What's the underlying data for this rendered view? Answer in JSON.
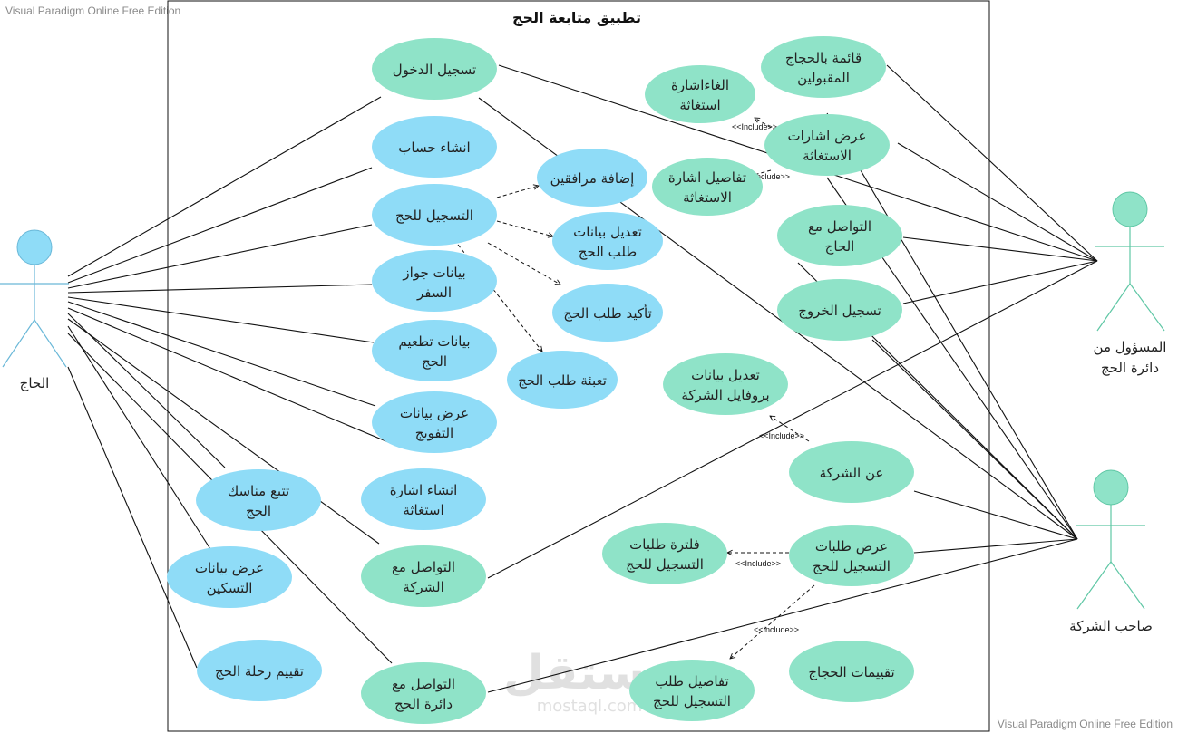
{
  "watermark_top": "Visual Paradigm Online Free Edition",
  "watermark_bottom": "Visual Paradigm Online Free Edition",
  "system_title": "تطبيق متابعة الحج",
  "logo": {
    "arabic": "مستقل",
    "latin": "mostaql.com"
  },
  "colors": {
    "blue_usecase": "#8fdcf7",
    "green_usecase": "#8fe3c8",
    "actor_blue": "#8fdcf7",
    "actor_green": "#8fe3c8",
    "actor_line_blue": "#6ab8d8",
    "actor_line_green": "#5fc7a5"
  },
  "actors": {
    "pilgrim": "الحاج",
    "official": [
      "المسؤول من",
      "دائرة الحج"
    ],
    "company": "صاحب الشركة"
  },
  "stereotypes": {
    "include": "<<Include>>"
  },
  "use_cases": {
    "login": [
      "تسجيل الدخول"
    ],
    "create_account": [
      "انشاء حساب"
    ],
    "hajj_register": [
      "التسجيل للحج"
    ],
    "passport": [
      "بيانات جواز",
      "السفر"
    ],
    "vaccination": [
      "بيانات تطعيم",
      "الحج"
    ],
    "authorization": [
      "عرض بيانات",
      "التفويج"
    ],
    "distress_create": [
      "انشاء اشارة",
      "استغاثة"
    ],
    "rituals": [
      "تتبع مناسك",
      "الحج"
    ],
    "housing": [
      "عرض بيانات",
      "التسكين"
    ],
    "rate_trip": [
      "تقييم رحلة الحج"
    ],
    "contact_company": [
      "التواصل مع",
      "الشركة"
    ],
    "contact_dept": [
      "التواصل مع",
      "دائرة الحج"
    ],
    "add_companions": [
      "إضافة مرافقين"
    ],
    "edit_request": [
      "تعديل بيانات",
      "طلب الحج"
    ],
    "confirm_request": [
      "تأكيد طلب الحج"
    ],
    "fill_request": [
      "تعبئة طلب الحج"
    ],
    "accepted_list": [
      "قائمة بالحجاج",
      "المقبولين"
    ],
    "cancel_distress": [
      "الغاءاشارة",
      "استغاثة"
    ],
    "view_distress": [
      "عرض اشارات",
      "الاستغاثة"
    ],
    "distress_details": [
      "تفاصيل اشارة",
      "الاستغاثة"
    ],
    "contact_pilgrim": [
      "التواصل مع",
      "الحاج"
    ],
    "logout": [
      "تسجيل الخروج"
    ],
    "edit_profile": [
      "تعديل بيانات",
      "بروفايل الشركة"
    ],
    "about_company": [
      "عن الشركة"
    ],
    "view_requests": [
      "عرض طلبات",
      "التسجيل للحج"
    ],
    "filter_requests": [
      "فلترة طلبات",
      "التسجيل للحج"
    ],
    "request_details": [
      "تفاصيل طلب",
      "التسجيل للحج"
    ],
    "ratings": [
      "تقييمات الحجاج"
    ]
  }
}
